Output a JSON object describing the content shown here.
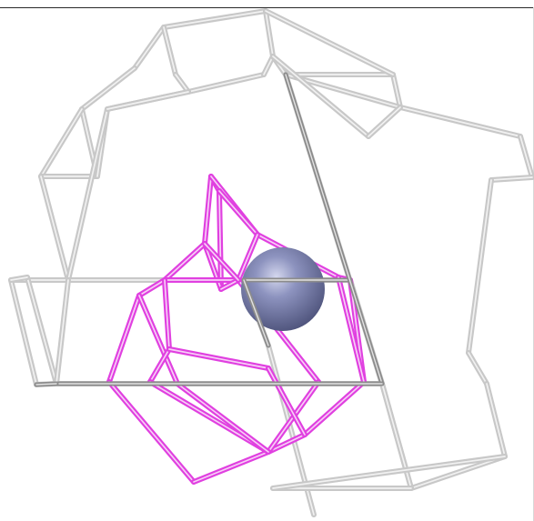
{
  "colors": {
    "frame": "#c8c8c8",
    "frame_dark": "#8c8c8c",
    "cage": "#e040e0",
    "cage_dark": "#7a1a7a",
    "sphere": "#7d84ad",
    "sphere_highlight": "#c9cde6",
    "sphere_shadow": "#4b5078"
  },
  "objects": [
    {
      "name": "outer-framework",
      "kind": "bond-network",
      "color": "grey"
    },
    {
      "name": "inner-cage",
      "kind": "bond-network",
      "color": "magenta"
    },
    {
      "name": "central-atom",
      "kind": "sphere",
      "color": "slate-blue"
    }
  ]
}
